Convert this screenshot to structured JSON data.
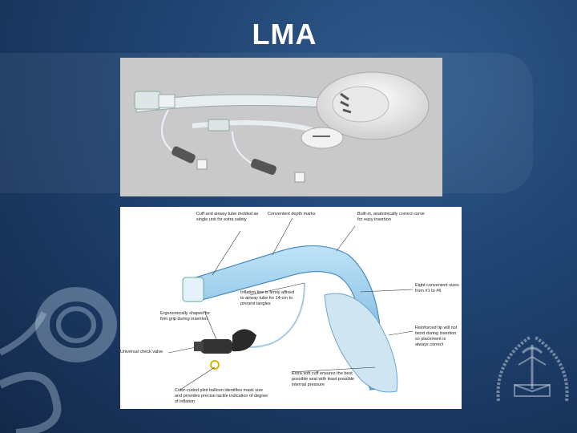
{
  "slide": {
    "title": "LMA"
  },
  "diagram": {
    "callouts": [
      "Cuff and airway tube molded as single unit for extra safety",
      "Convenient depth marks",
      "Built-in, anatomically correct curve for easy insertion",
      "Eight convenient sizes from #1 to #6",
      "Inflation line is firmly affixed to airway tube for 14-cm to prevent tangles",
      "Ergonomically shaped for firm grip during insertion",
      "Universal check valve",
      "Reinforced tip will not bend during insertion so placement is always correct",
      "Extra soft cuff ensures the best possible seal with least possible internal pressure",
      "Color-coded pilot balloon identifies mask size and provides precise tactile indication of degree of inflation"
    ]
  },
  "colors": {
    "background": "#1f4270",
    "tube_blue": "#7fc0e8",
    "photo_gray": "#c9c9c9"
  },
  "icons": {
    "stethoscope": "stethoscope-decoration",
    "emblem": "university-emblem"
  }
}
